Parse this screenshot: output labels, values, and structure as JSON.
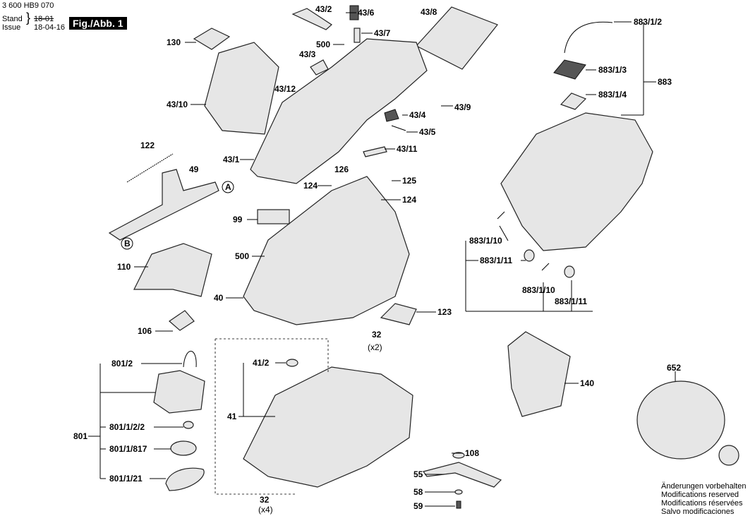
{
  "header": {
    "doc_number": "3 600 HB9 070",
    "stand_label": "Stand",
    "issue_label": "Issue",
    "stand_value": "18-01",
    "issue_value": "18-04-16",
    "figure": "Fig./Abb. 1"
  },
  "labels": {
    "l43_2": "43/2",
    "l43_6": "43/6",
    "l43_8": "43/8",
    "l43_7": "43/7",
    "l500a": "500",
    "l130": "130",
    "l43_3": "43/3",
    "l43_12": "43/12",
    "l43_10": "43/10",
    "l43_4": "43/4",
    "l43_9": "43/9",
    "l43_5": "43/5",
    "l43_1": "43/1",
    "l43_11": "43/11",
    "l122": "122",
    "l49": "49",
    "lA": "A",
    "l126": "126",
    "l125": "125",
    "l124a": "124",
    "l124b": "124",
    "lB": "B",
    "l99": "99",
    "l500b": "500",
    "l110": "110",
    "l40": "40",
    "l123": "123",
    "l32a": "32",
    "l32a_qty": "(x2)",
    "l106": "106",
    "l801_2": "801/2",
    "l41_2": "41/2",
    "l41": "41",
    "l801": "801",
    "l801_1_2_2": "801/1/2/2",
    "l801_1_817": "801/1/817",
    "l801_1_21": "801/1/21",
    "l32b": "32",
    "l32b_qty": "(x4)",
    "l108": "108",
    "l55": "55",
    "l58": "58",
    "l59": "59",
    "l140": "140",
    "l652": "652",
    "l883_1_2": "883/1/2",
    "l883_1_3": "883/1/3",
    "l883": "883",
    "l883_1_4": "883/1/4",
    "l883_1_10a": "883/1/10",
    "l883_1_11a": "883/1/11",
    "l883_1_10b": "883/1/10",
    "l883_1_11b": "883/1/11"
  },
  "notes": [
    "Änderungen vorbehalten",
    "Modifications reserved",
    "Modifications réservées",
    "Salvo modificaciones"
  ]
}
